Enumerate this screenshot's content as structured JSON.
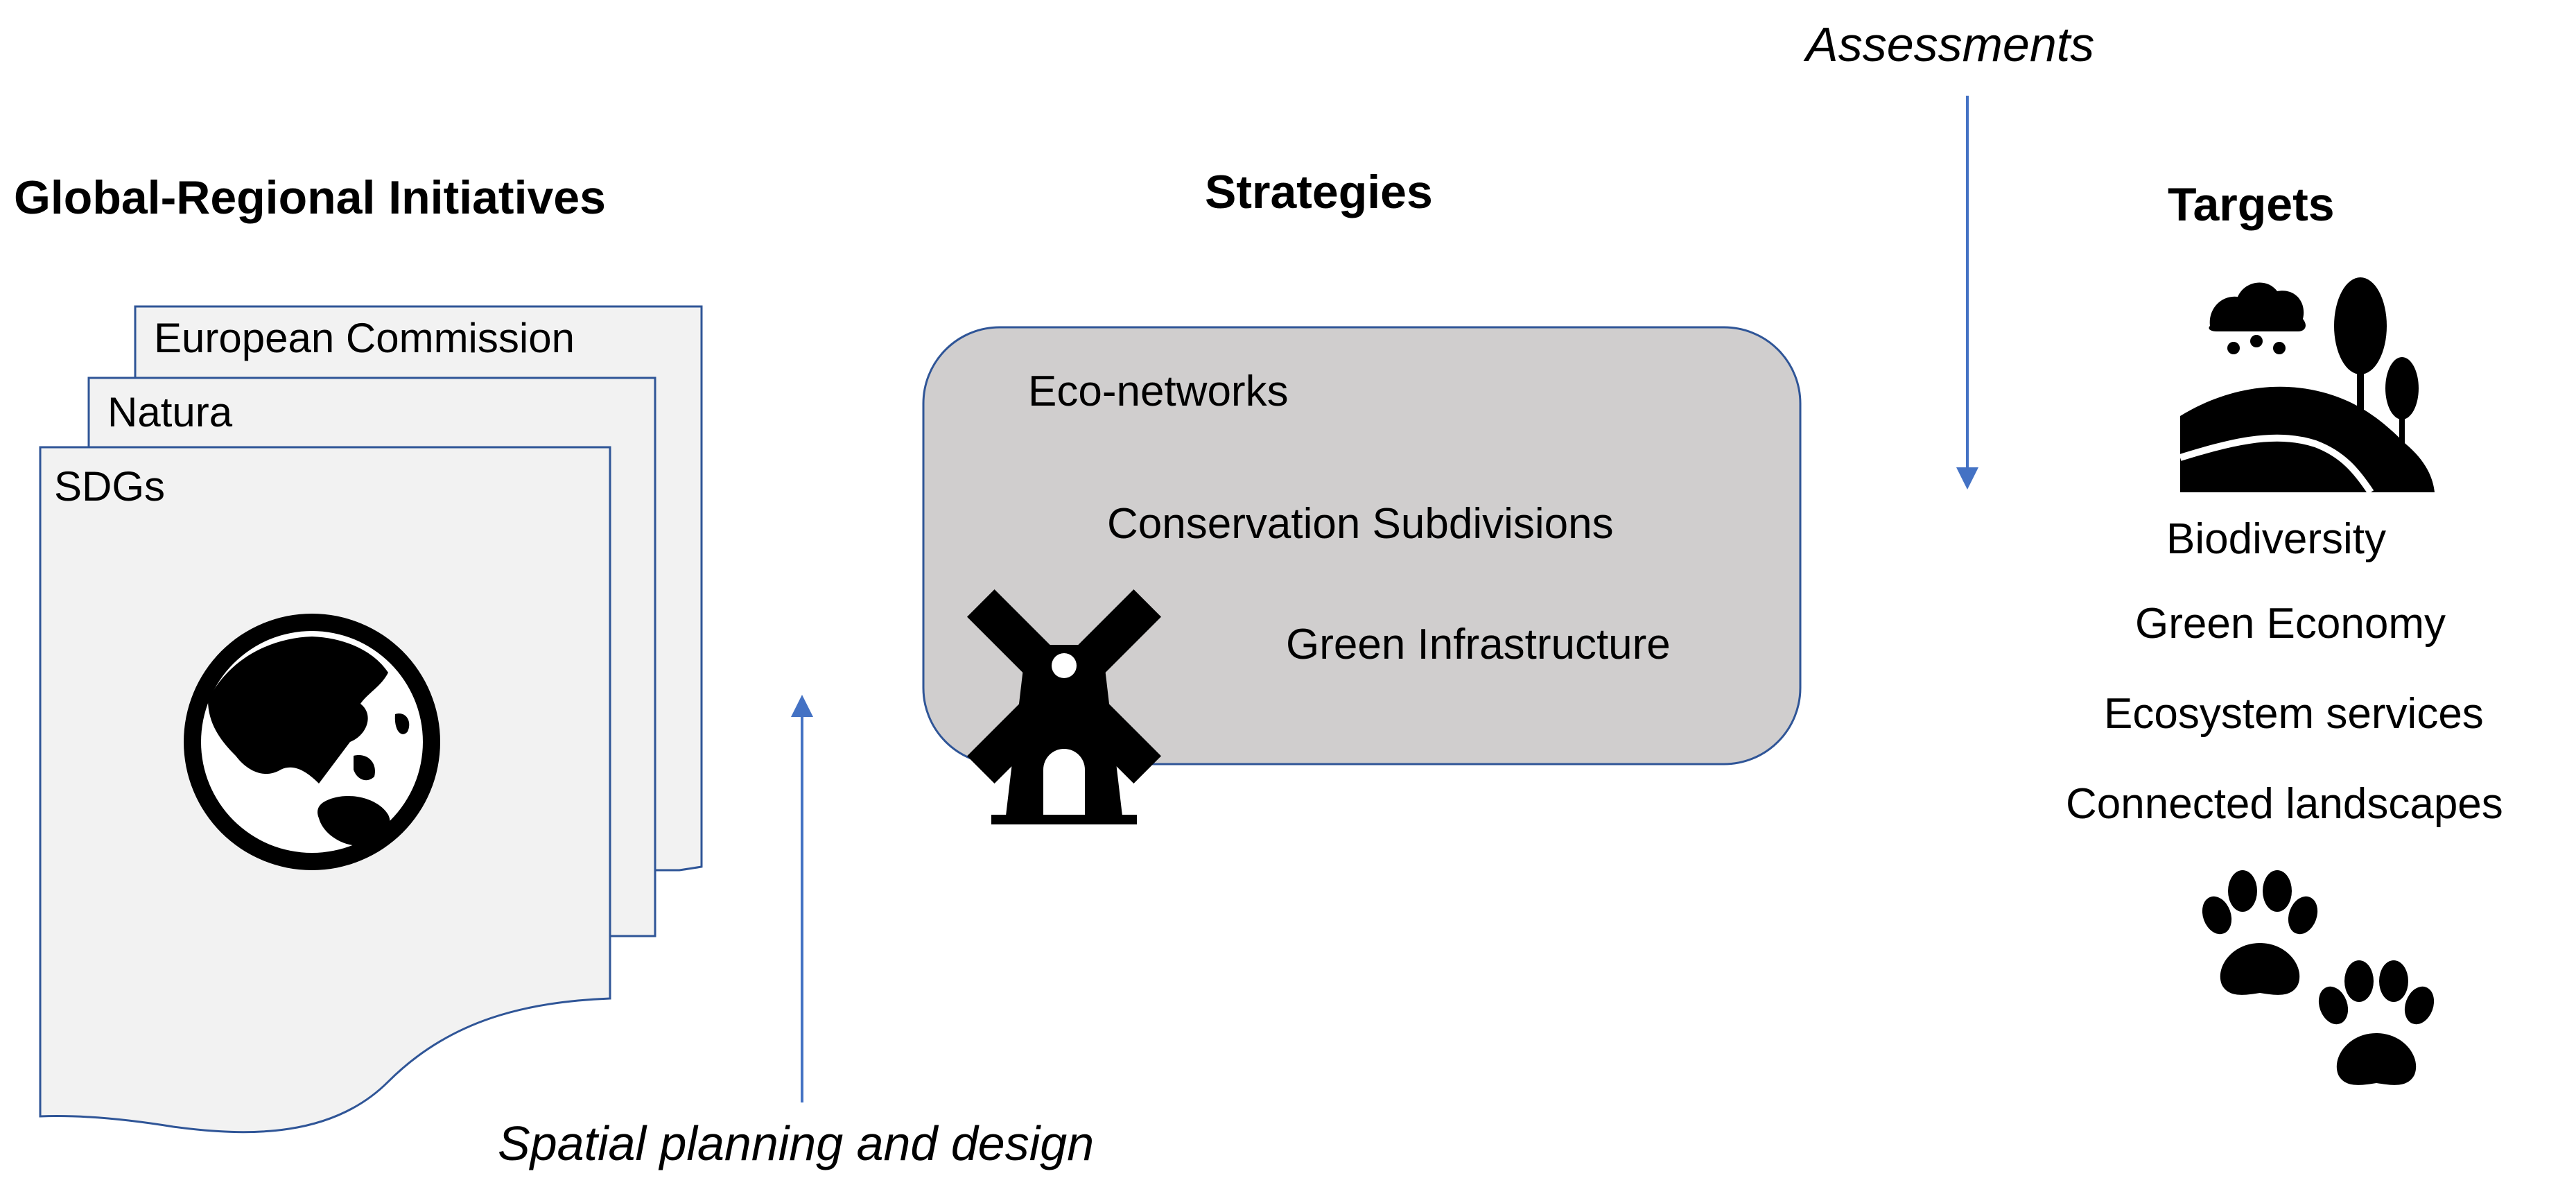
{
  "headings": {
    "initiatives": "Global-Regional Initiatives",
    "strategies": "Strategies",
    "targets": "Targets"
  },
  "documents": [
    "European Commission",
    "Natura",
    "SDGs"
  ],
  "strategies": [
    "Eco-networks",
    "Conservation Subdivisions",
    "Green Infrastructure"
  ],
  "targets": [
    "Biodiversity",
    "Green Economy",
    "Ecosystem services",
    "Connected landscapes"
  ],
  "arrows": {
    "assessments": "Assessments",
    "spatial_planning": "Spatial planning and design"
  },
  "icons": [
    "globe-icon",
    "windmill-icon",
    "landscape-icon",
    "paw-print-icon"
  ],
  "colors": {
    "arrow": "#4472C4",
    "box_fill": "#D0CECE",
    "box_stroke": "#2F5597",
    "doc_fill": "#F2F2F2",
    "doc_stroke": "#2F5597"
  }
}
